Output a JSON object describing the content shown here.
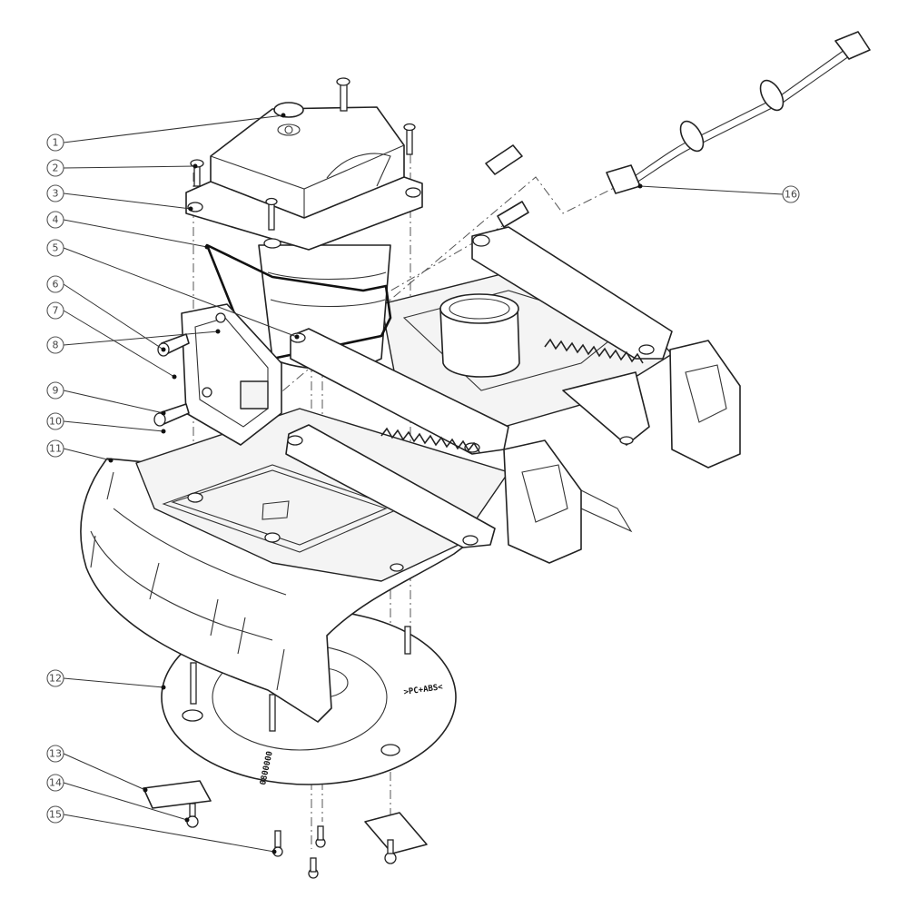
{
  "diagram": {
    "callouts": [
      "1",
      "2",
      "3",
      "4",
      "5",
      "6",
      "7",
      "8",
      "9",
      "10",
      "11",
      "12",
      "13",
      "14",
      "15",
      "16"
    ],
    "disc_label": ">PC+ABS<",
    "disc_code": "0800000"
  }
}
